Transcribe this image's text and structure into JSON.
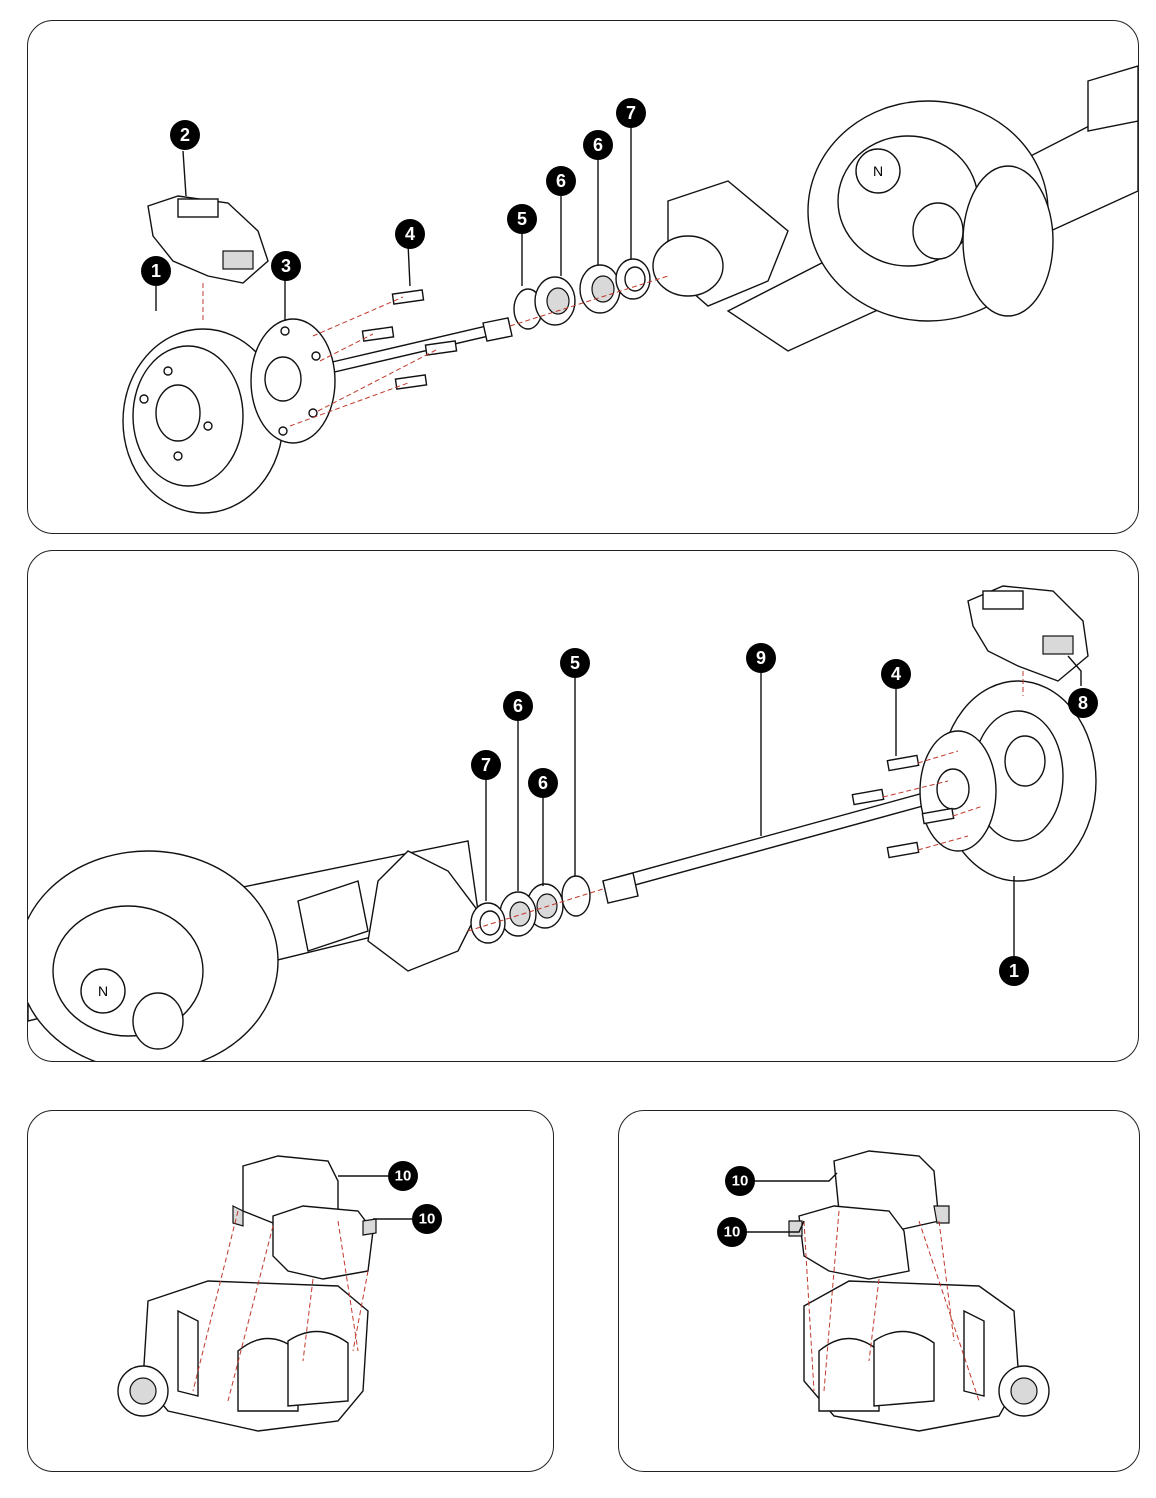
{
  "callouts": {
    "p1_c1": "1",
    "p1_c2": "2",
    "p1_c3": "3",
    "p1_c4": "4",
    "p1_c5": "5",
    "p1_c6a": "6",
    "p1_c6b": "6",
    "p1_c7": "7",
    "p2_c1": "1",
    "p2_c4": "4",
    "p2_c5": "5",
    "p2_c6a": "6",
    "p2_c6b": "6",
    "p2_c7": "7",
    "p2_c8": "8",
    "p2_c9": "9",
    "p3_c10a": "10",
    "p3_c10b": "10",
    "p4_c10a": "10",
    "p4_c10b": "10"
  },
  "icons": {
    "logo": "logo-icon"
  },
  "colors": {
    "line": "#111111",
    "guide": "#c0392b",
    "callout_fill": "#000000",
    "callout_text": "#ffffff"
  }
}
